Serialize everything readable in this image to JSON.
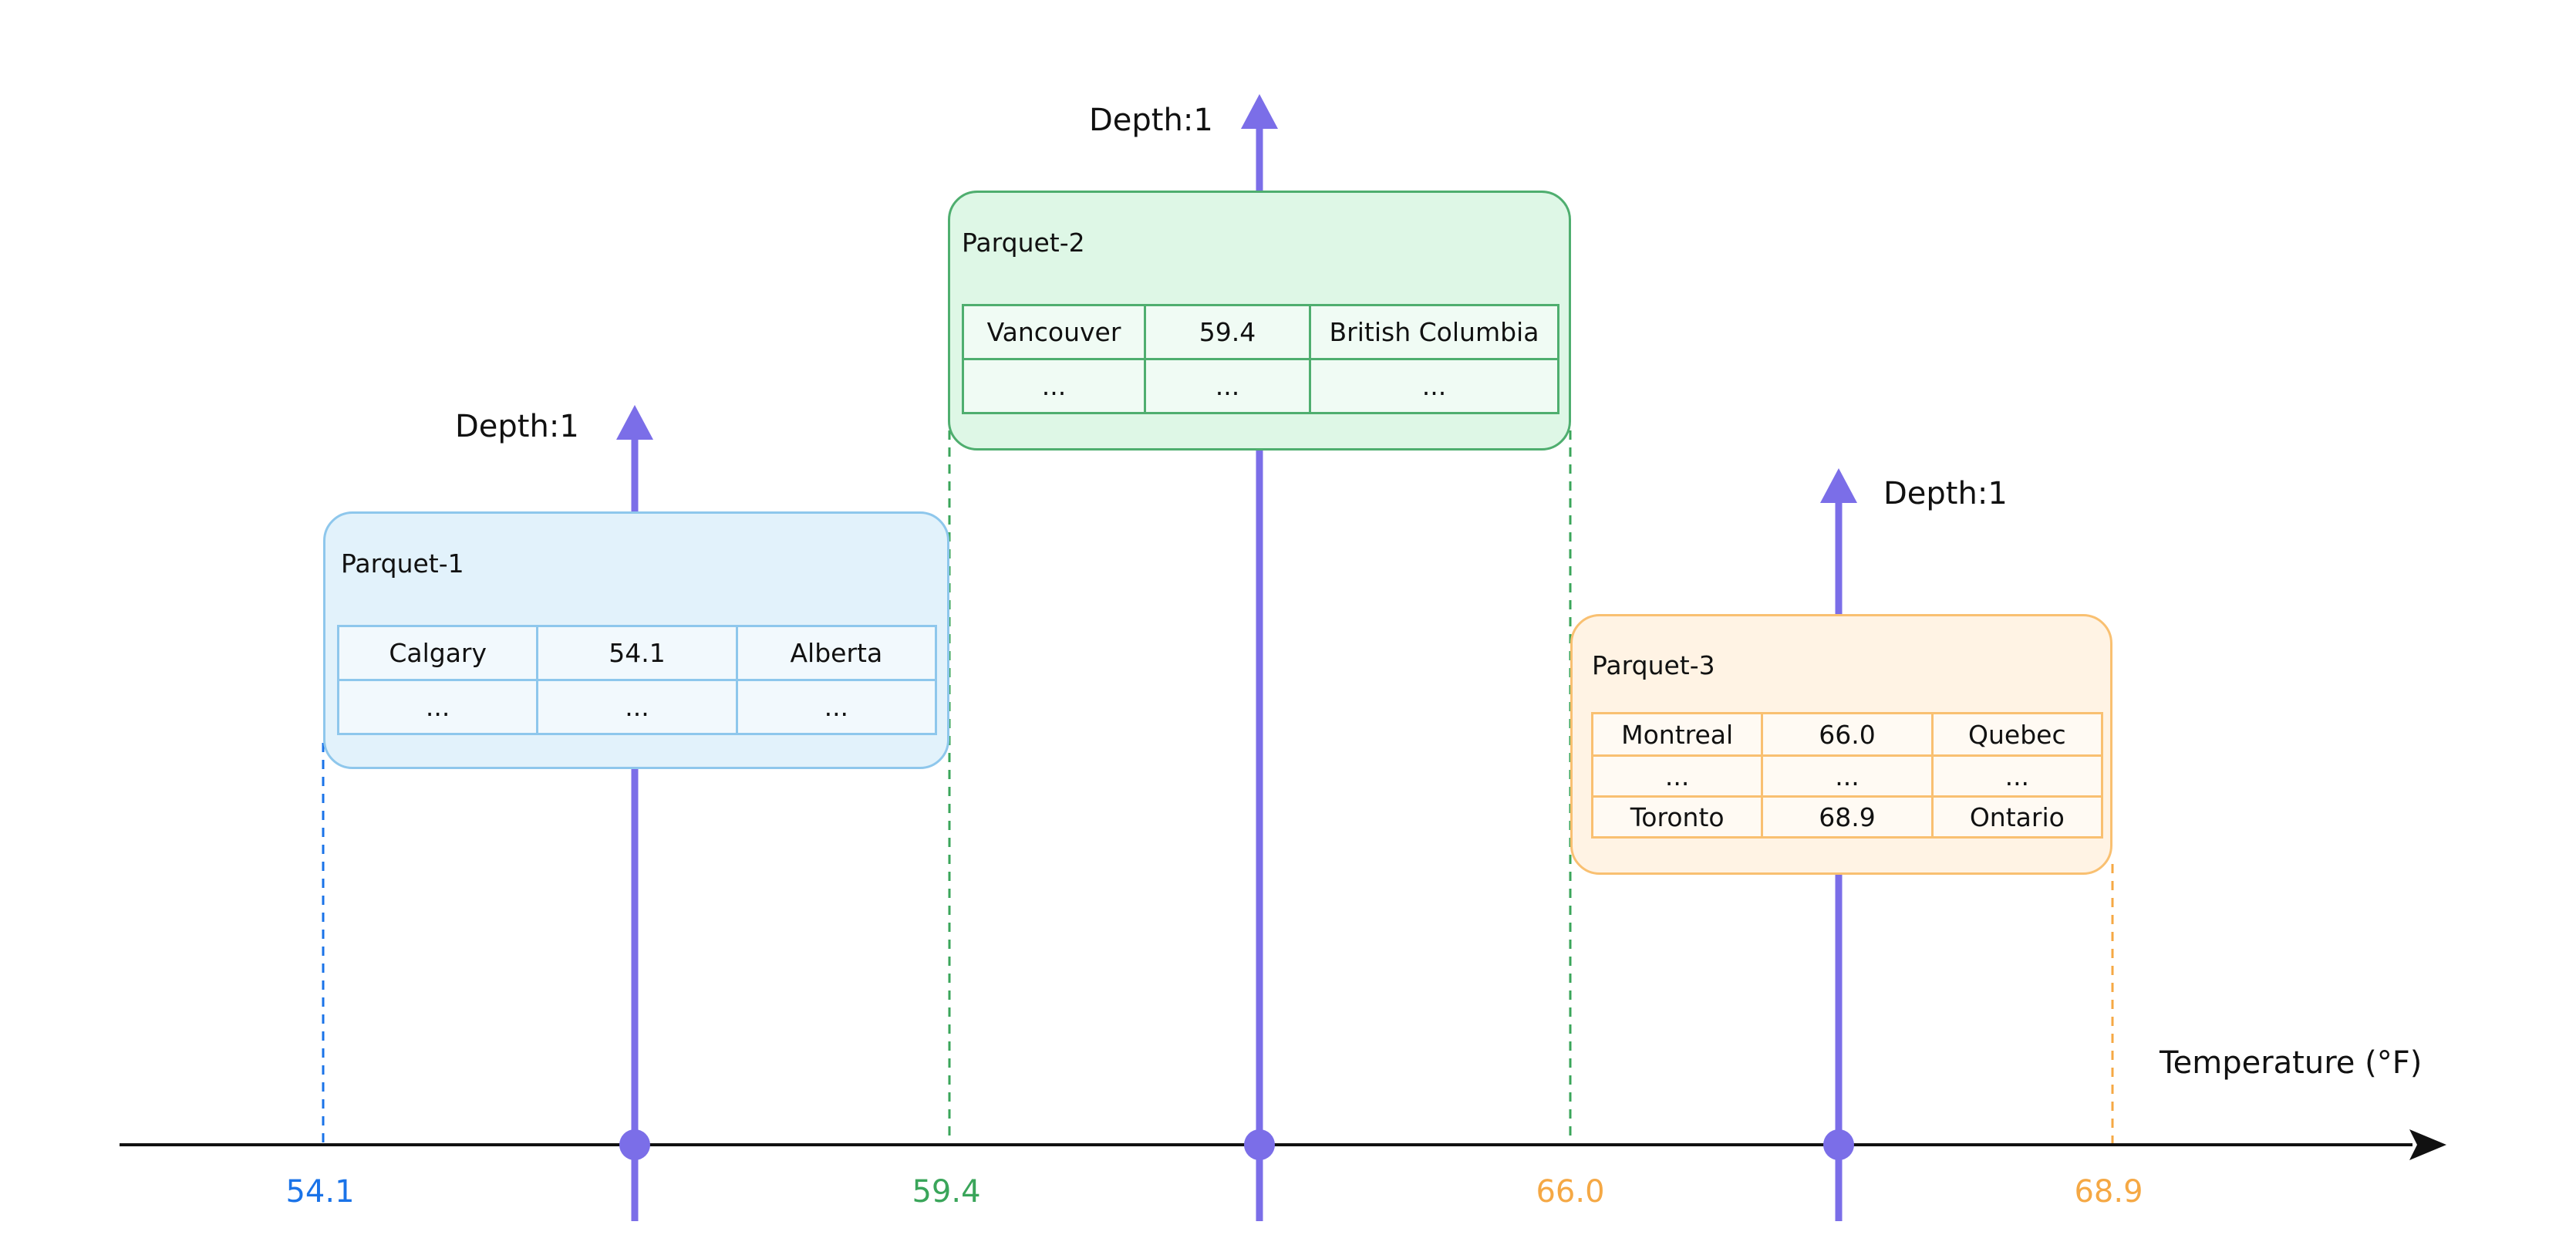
{
  "axis": {
    "title": "Temperature (°F)",
    "colors": {
      "axis": "#111111",
      "stem": "#7b6ee8"
    }
  },
  "stems": [
    {
      "depth_label": "Depth:1"
    },
    {
      "depth_label": "Depth:1"
    },
    {
      "depth_label": "Depth:1"
    }
  ],
  "ticks": [
    {
      "label": "54.1",
      "color": "#1a73e8"
    },
    {
      "label": "59.4",
      "color": "#3aa55a"
    },
    {
      "label": "66.0",
      "color": "#f5a844"
    },
    {
      "label": "68.9",
      "color": "#f5a844"
    }
  ],
  "parquets": [
    {
      "title": "Parquet-1",
      "color": "#8ec7ec",
      "rows": [
        [
          "Calgary",
          "54.1",
          "Alberta"
        ],
        [
          "...",
          "...",
          "..."
        ]
      ]
    },
    {
      "title": "Parquet-2",
      "color": "#4fae6f",
      "rows": [
        [
          "Vancouver",
          "59.4",
          "British Columbia"
        ],
        [
          "...",
          "...",
          "..."
        ]
      ]
    },
    {
      "title": "Parquet-3",
      "color": "#f9c071",
      "rows": [
        [
          "Montreal",
          "66.0",
          "Quebec"
        ],
        [
          "...",
          "...",
          "..."
        ],
        [
          "Toronto",
          "68.9",
          "Ontario"
        ]
      ]
    }
  ]
}
